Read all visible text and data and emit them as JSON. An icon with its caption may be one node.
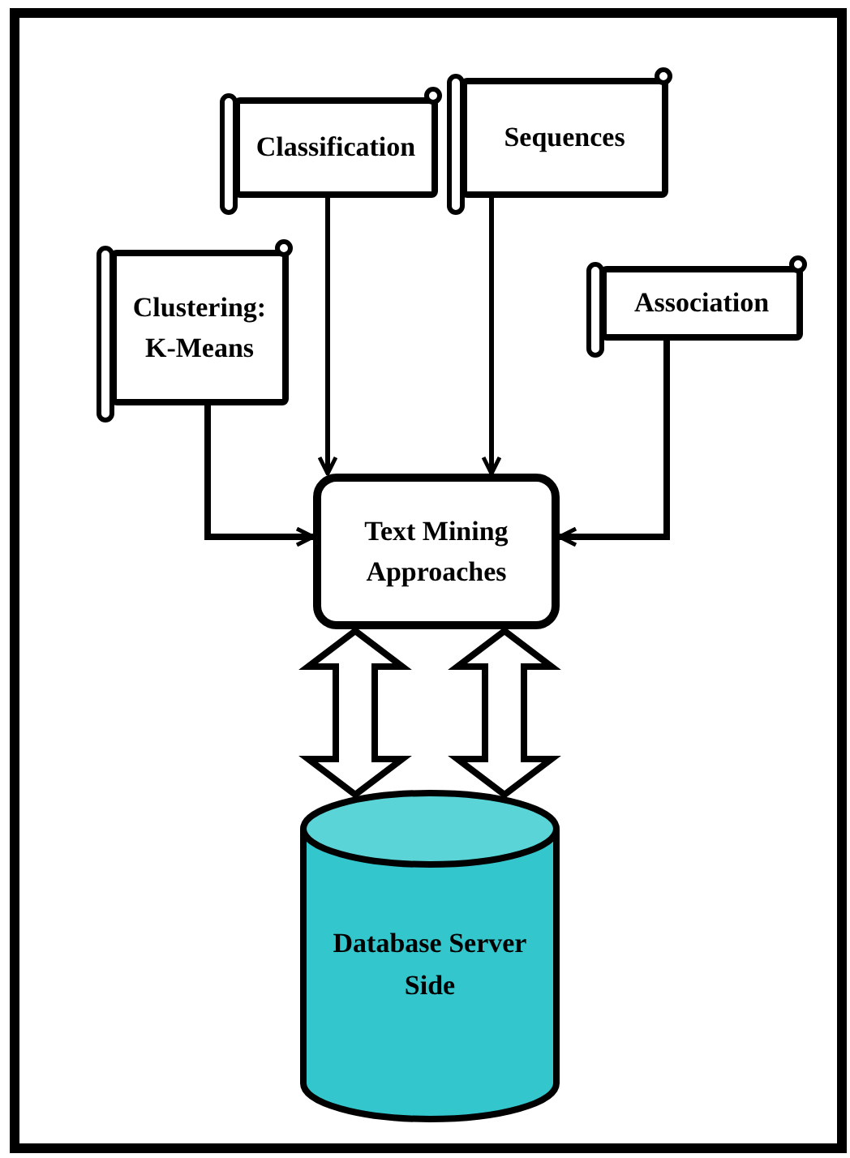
{
  "diagram": {
    "nodes": [
      {
        "text": [
          "Classification"
        ]
      },
      {
        "text": [
          "Sequences"
        ]
      },
      {
        "text": [
          "Clustering: K-Means"
        ]
      },
      {
        "text": [
          "Association"
        ]
      },
      {
        "text": [
          "Text Mining Approaches"
        ]
      },
      {
        "text": [
          "Database Server Side"
        ]
      }
    ],
    "edges": [
      {
        "from": 0,
        "to": 4,
        "arrow": "to"
      },
      {
        "from": 1,
        "to": 4,
        "arrow": "to"
      },
      {
        "from": 2,
        "to": 4,
        "arrow": "to"
      },
      {
        "from": 3,
        "to": 4,
        "arrow": "to"
      },
      {
        "from": 4,
        "to": 5,
        "arrow": "both",
        "style": "thick"
      },
      {
        "from": 4,
        "to": 5,
        "arrow": "both",
        "style": "thick"
      }
    ]
  }
}
